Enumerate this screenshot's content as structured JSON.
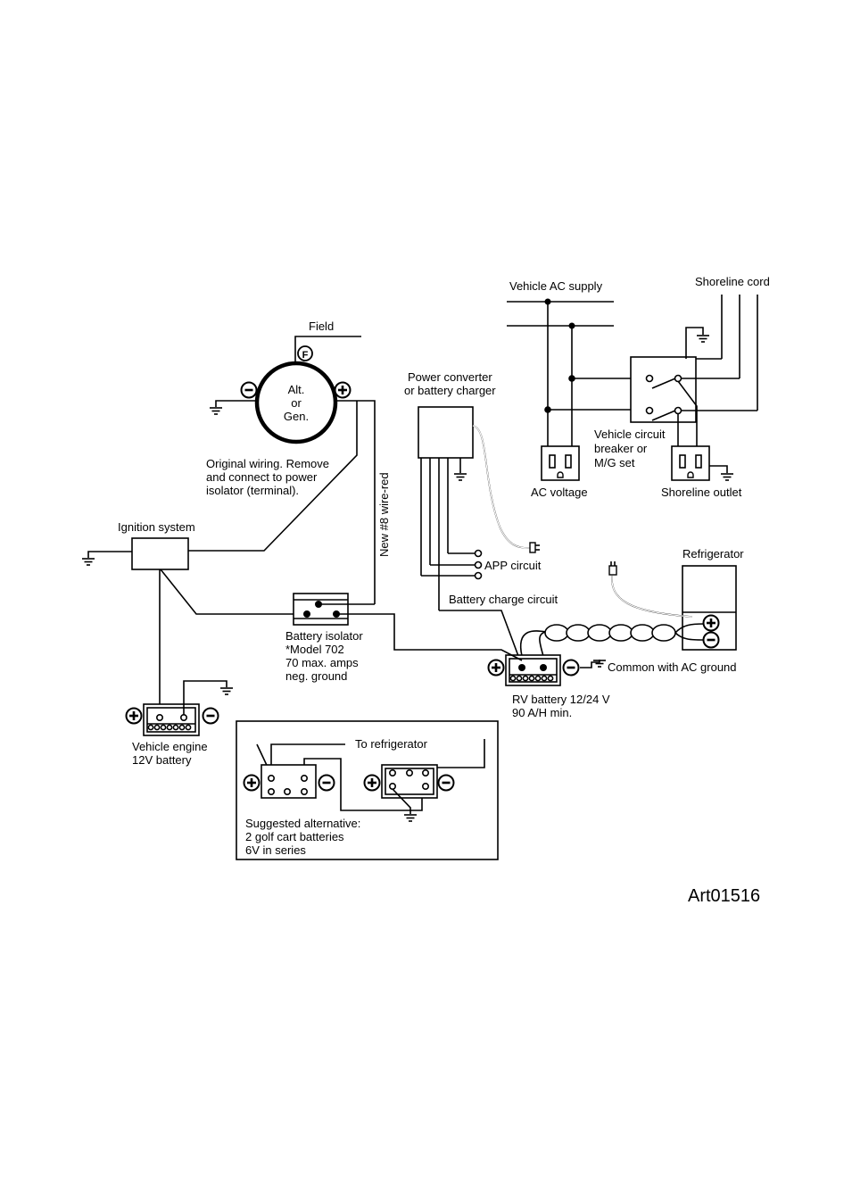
{
  "labels": {
    "vehicle_ac_supply": "Vehicle AC supply",
    "shoreline_cord": "Shoreline cord",
    "field": "Field",
    "field_terminal": "F",
    "alt_line1": "Alt.",
    "alt_line2": "or",
    "alt_line3": "Gen.",
    "power_converter_line1": "Power converter",
    "power_converter_line2": "or battery charger",
    "vehicle_breaker_line1": "Vehicle circuit",
    "vehicle_breaker_line2": "breaker or",
    "vehicle_breaker_line3": "M/G set",
    "ac_voltage": "AC voltage",
    "shoreline_outlet": "Shoreline outlet",
    "original_wiring_line1": "Original wiring. Remove",
    "original_wiring_line2": "and  connect to power",
    "original_wiring_line3": "isolator (terminal).",
    "new_wire": "New #8 wire-red",
    "ignition_system": "Ignition system",
    "app_circuit": "APP circuit",
    "refrigerator": "Refrigerator",
    "battery_charge_circuit": "Battery charge circuit",
    "battery_isolator_line1": "Battery isolator",
    "battery_isolator_line2": "*Model 702",
    "battery_isolator_line3": "70 max. amps",
    "battery_isolator_line4": "neg. ground",
    "common_ac_ground": "Common with AC ground",
    "rv_battery_line1": "RV battery 12/24 V",
    "rv_battery_line2": "90 A/H min.",
    "vehicle_battery_line1": "Vehicle engine",
    "vehicle_battery_line2": "12V battery",
    "to_refrigerator": "To refrigerator",
    "alternative_line1": "Suggested alternative:",
    "alternative_line2": "2 golf cart batteries",
    "alternative_line3": "6V in series",
    "art_number": "Art01516"
  },
  "symbols": {
    "plus": "+",
    "minus": "−"
  },
  "icons": [
    "ground-icon",
    "ac-outlet-icon",
    "battery-icon",
    "plug-icon",
    "switch-icon",
    "terminal-icon"
  ]
}
